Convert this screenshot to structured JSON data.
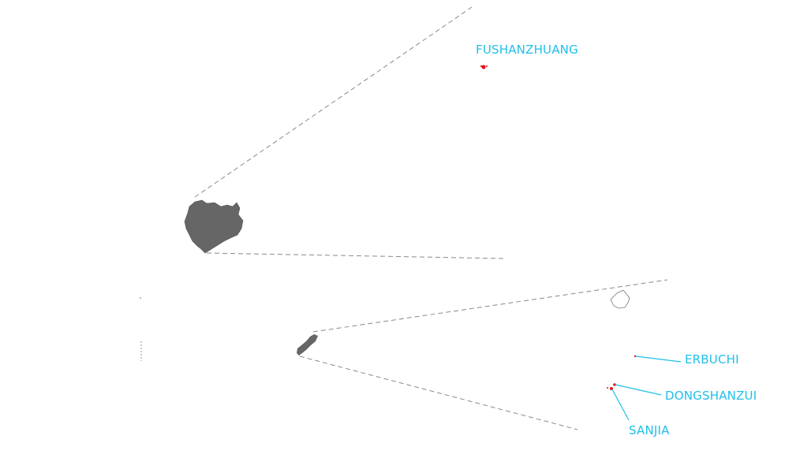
{
  "map": {
    "colors": {
      "label": "#1fc0e8",
      "marker": "#e8141c",
      "landmass": "#666666",
      "outline": "#777777",
      "guide": "#8a8a8a"
    },
    "places": [
      {
        "id": "fushanzhuang",
        "name": "FUSHANZHUANG"
      },
      {
        "id": "erbuchi",
        "name": "ERBUCHI"
      },
      {
        "id": "dongshanzui",
        "name": "DONGSHANZUI"
      },
      {
        "id": "sanjia",
        "name": "SANJIA"
      }
    ]
  }
}
